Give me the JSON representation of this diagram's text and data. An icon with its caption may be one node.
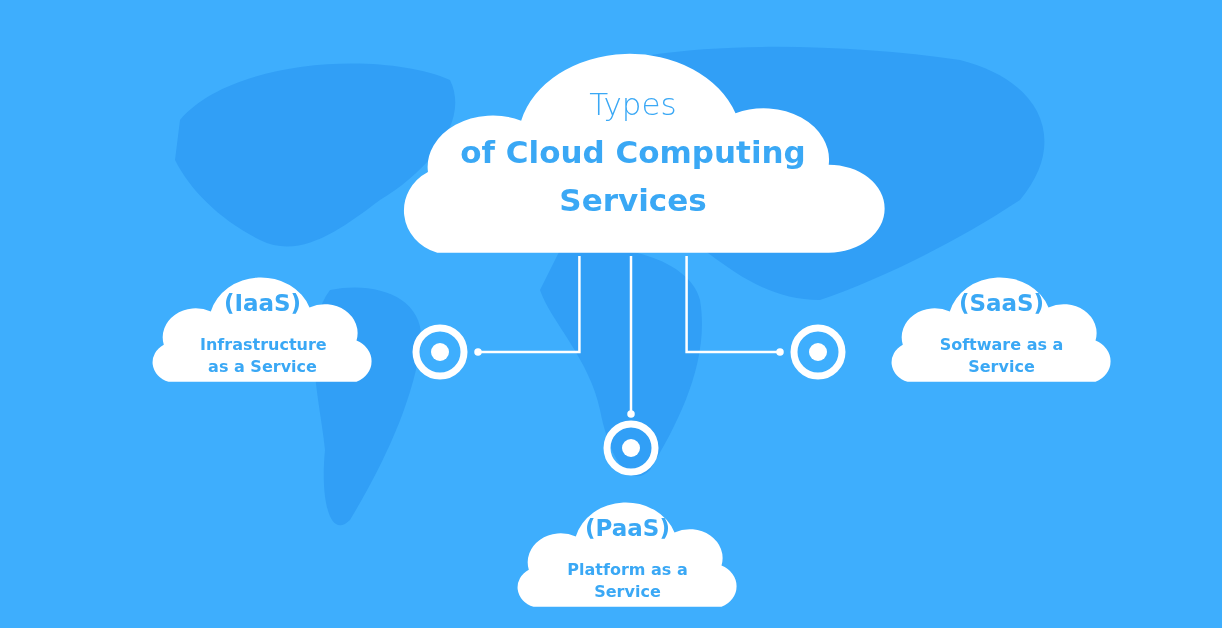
{
  "diagram": {
    "nodes": [
      {
        "text": [
          "Types **of Cloud Computing Services**"
        ]
      },
      {
        "text": [
          "(IaaS)",
          "Infrastructure as a Service"
        ]
      },
      {
        "text": [],
        "shape": "circle"
      },
      {
        "text": [],
        "shape": "circle"
      },
      {
        "text": [
          "(SaaS)",
          "Software as a Service"
        ]
      },
      {
        "text": [],
        "shape": "circle"
      },
      {
        "text": [
          "(PaaS)",
          "Platform as a Service"
        ]
      }
    ],
    "edges": [
      {
        "from": 0,
        "to": 2,
        "arrow": "other"
      },
      {
        "from": 0,
        "to": 5,
        "arrow": "other"
      },
      {
        "from": 0,
        "to": 3,
        "arrow": "other"
      }
    ]
  }
}
